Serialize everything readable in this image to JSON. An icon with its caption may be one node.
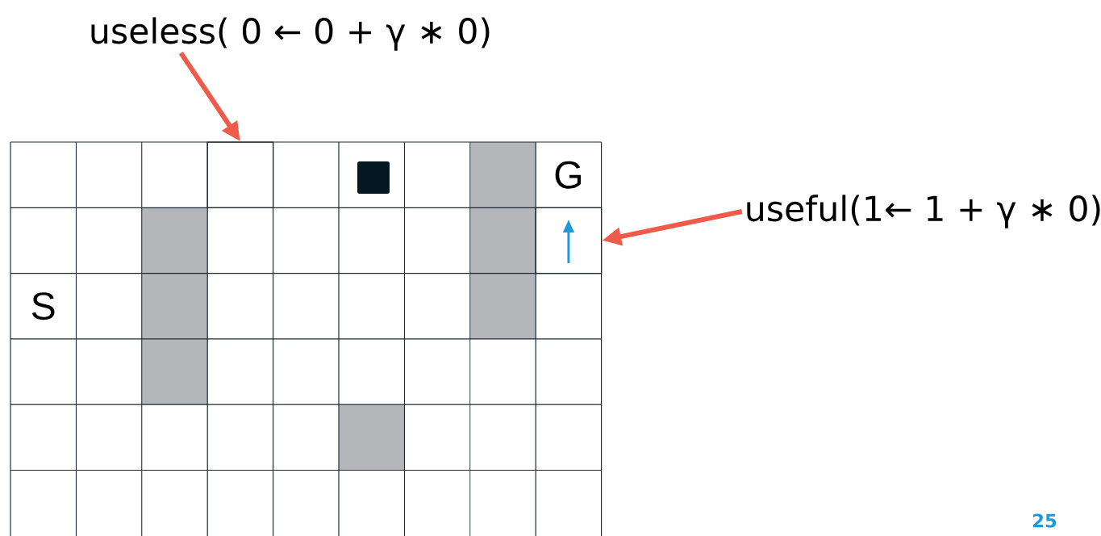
{
  "diagram": {
    "nodes": [
      {
        "text": [
          "useless( 0 ← 0 + γ ∗ 0)"
        ]
      },
      {
        "text": [],
        "shape": "box"
      },
      {
        "text": [
          "useful(1← 1 + γ ∗ 0)"
        ]
      },
      {
        "text": [],
        "shape": "box"
      }
    ],
    "edges": [
      {
        "from": 0,
        "to": 1,
        "arrow": "to"
      },
      {
        "from": 2,
        "to": 3,
        "arrow": "to"
      }
    ],
    "labels": [
      "S",
      "G",
      "25"
    ]
  }
}
